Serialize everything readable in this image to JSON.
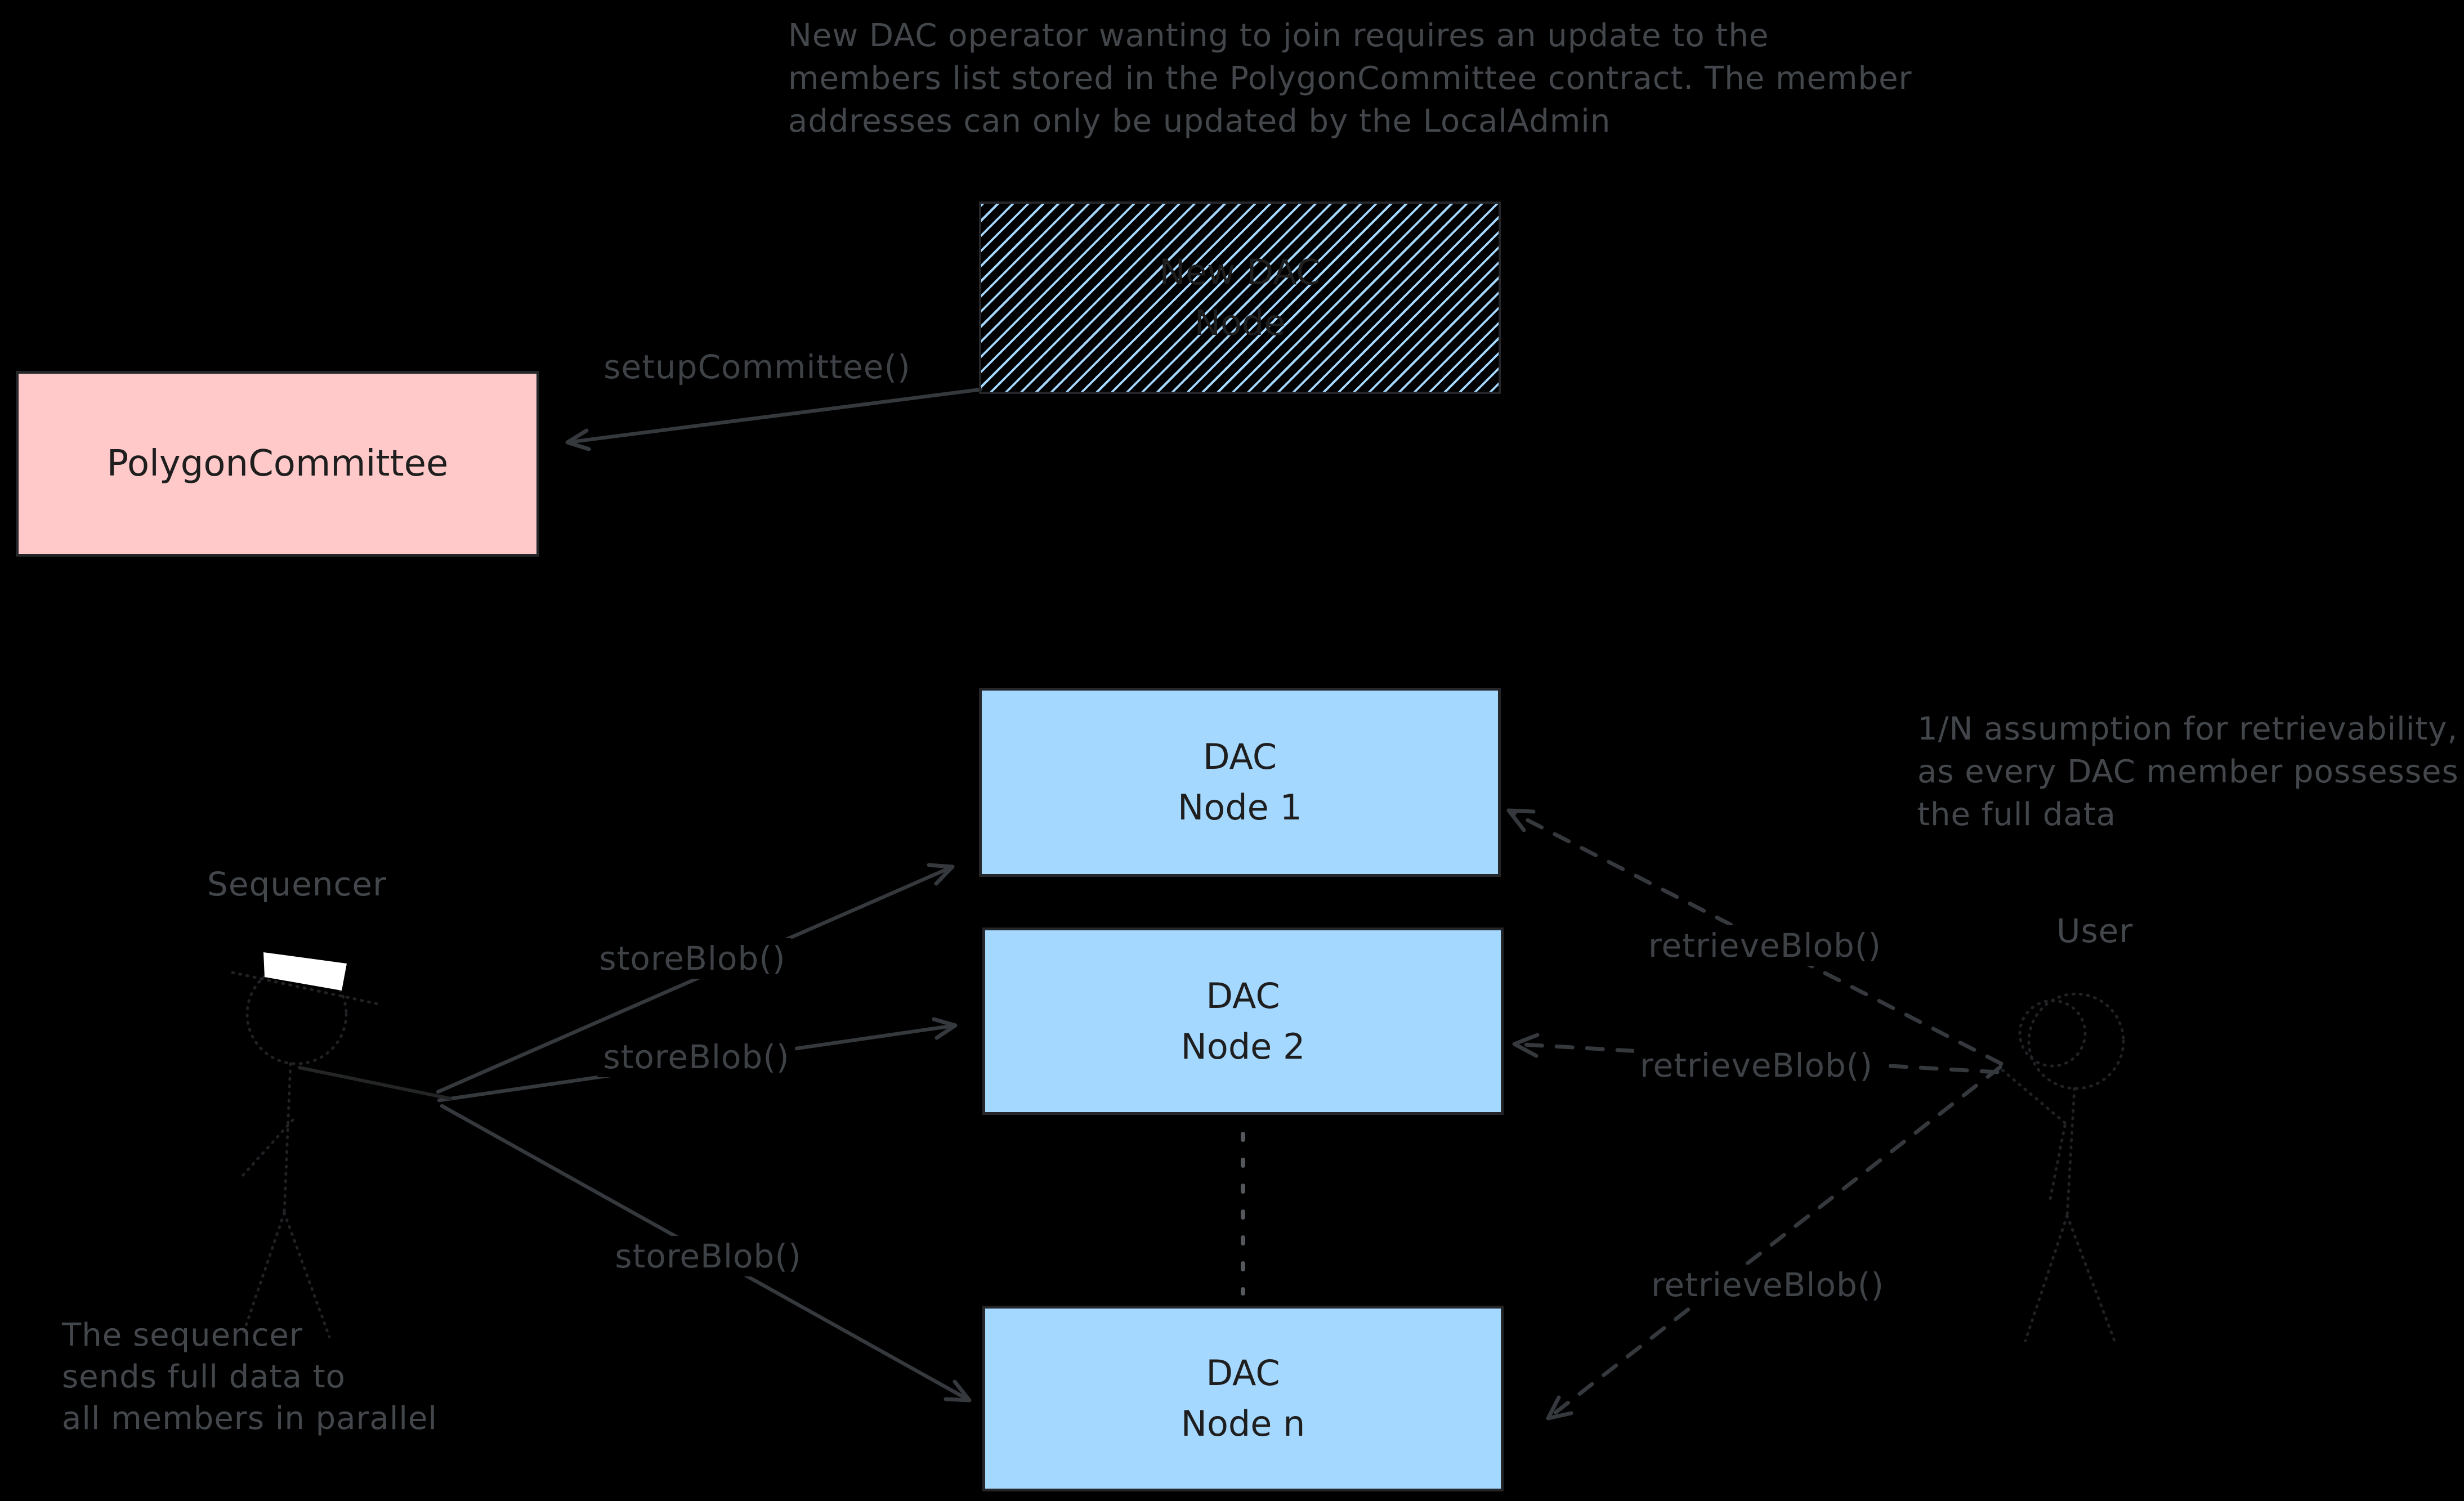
{
  "colors": {
    "background": "#000000",
    "node_blue": "#a5d8ff",
    "committee_pink": "#ffc9c9",
    "ink_dark": "#1e1e1e",
    "annotation_gray": "#43474c"
  },
  "notes": {
    "top": {
      "line1": "New DAC operator wanting to join requires an update to the",
      "line2": "members list stored in the PolygonCommittee contract. The member",
      "line3": "addresses can only be updated by the LocalAdmin"
    },
    "retrievability": {
      "line1": "1/N assumption for retrievability,",
      "line2": "as every DAC member possesses",
      "line3": "the full data"
    },
    "parallel": {
      "line1": "The sequencer",
      "line2": "sends full data to",
      "line3": "all members in parallel"
    }
  },
  "boxes": {
    "new_dac_node": {
      "line1": "New DAC",
      "line2": "Node"
    },
    "polygon_committee": {
      "label": "PolygonCommittee"
    },
    "dac_node_1": {
      "line1": "DAC",
      "line2": "Node 1"
    },
    "dac_node_2": {
      "line1": "DAC",
      "line2": "Node 2"
    },
    "dac_node_n": {
      "line1": "DAC",
      "line2": "Node n"
    }
  },
  "actors": {
    "sequencer": {
      "label": "Sequencer"
    },
    "user": {
      "label": "User"
    }
  },
  "edges": {
    "setup_committee": {
      "label": "setupCommittee()"
    },
    "store_blob_1": {
      "label": "storeBlob()"
    },
    "store_blob_2": {
      "label": "storeBlob()"
    },
    "store_blob_3": {
      "label": "storeBlob()"
    },
    "retrieve_blob_1": {
      "label": "retrieveBlob()"
    },
    "retrieve_blob_2": {
      "label": "retrieveBlob()"
    },
    "retrieve_blob_3": {
      "label": "retrieveBlob()"
    }
  }
}
